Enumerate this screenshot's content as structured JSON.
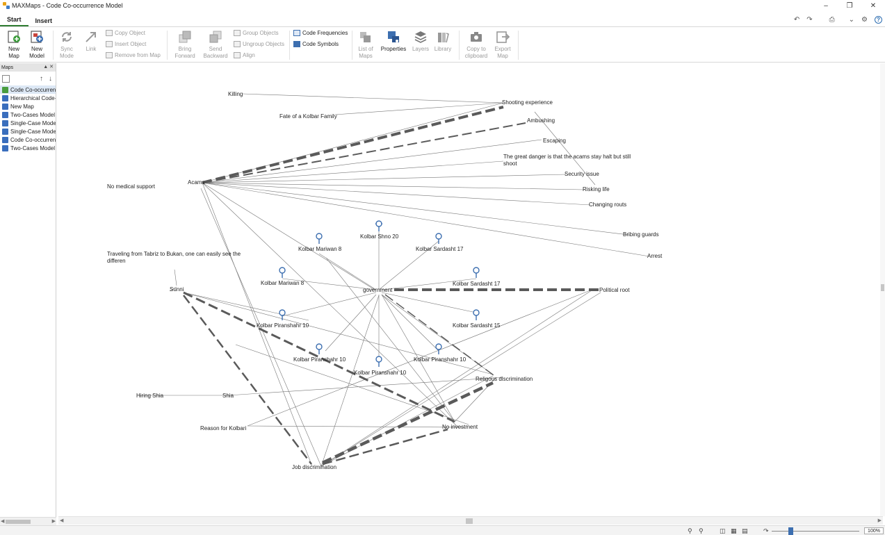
{
  "window": {
    "title": "MAXMaps - Code Co-occurrence Model"
  },
  "ribbon_tabs": [
    {
      "label": "Start",
      "active": true
    },
    {
      "label": "Insert",
      "active": false
    }
  ],
  "ribbon": {
    "new_map": "New Map",
    "new_model": "New Model",
    "sync_mode": "Sync Mode",
    "link": "Link",
    "copy_object": "Copy Object",
    "insert_object": "Insert Object",
    "remove_from_map": "Remove from Map",
    "bring_forward": "Bring Forward",
    "send_backward": "Send Backward",
    "group_objects": "Group Objects",
    "ungroup_objects": "Ungroup Objects",
    "align": "Align",
    "code_frequencies": "Code Frequencies",
    "code_symbols": "Code Symbols",
    "list_of_maps": "List of Maps",
    "properties": "Properties",
    "layers": "Layers",
    "library": "Library",
    "copy_to_clipboard": "Copy to clipboard",
    "export_map": "Export Map"
  },
  "left_panel": {
    "title": "Maps",
    "items": [
      {
        "label": "Code Co-occurrence Model",
        "selected": true,
        "icon": "model-icon"
      },
      {
        "label": "Hierarchical Code-Subcodes Model",
        "selected": false,
        "icon": "map-icon"
      },
      {
        "label": "New Map",
        "selected": false,
        "icon": "map-icon"
      },
      {
        "label": "Two-Cases Model",
        "selected": false,
        "icon": "map-icon"
      },
      {
        "label": "Single-Case Model",
        "selected": false,
        "icon": "map-icon"
      },
      {
        "label": "Single-Case Model",
        "selected": false,
        "icon": "map-icon"
      },
      {
        "label": "Code Co-occurrence Model",
        "selected": false,
        "icon": "map-icon"
      },
      {
        "label": "Two-Cases Model",
        "selected": false,
        "icon": "map-icon"
      }
    ]
  },
  "canvas": {
    "codes": {
      "killing": "Killing",
      "shooting_experience": "Shooting experience",
      "fate_family": "Fate of a Kolbar Family",
      "ambushing": "Ambushing",
      "escaping": "Escaping",
      "great_danger": "The great danger is that the acams stay halt but still shoot",
      "security_issue": "Security issue",
      "risking_life": "Risking life",
      "changing_routs": "Changing routs",
      "bribing_guards": "Bribing guards",
      "arrest": "Arrest",
      "acams": "Acams",
      "no_medical_support": "No medical support",
      "traveling": "Traveling from Tabriz to Bukan, one can easily see the differen",
      "sunni": "Sunni",
      "government": "government",
      "political_root": "Political root",
      "religious_discrimination": "Religous discrimination",
      "hiring_shia": "Hiring Shia",
      "shia": "Shia",
      "reason_for_kolbari": "Reason for Kolbari",
      "no_investment": "No investment",
      "job_discrimination": "Job discrimination"
    },
    "documents": {
      "shno_20": "Kolbar Shno 20",
      "mariwan_8a": "Kolbar Mariwan 8",
      "sardasht_17a": "Kolbar Sardasht 17",
      "mariwan_8b": "Kolbar Mariwan 8",
      "sardasht_17b": "Kolbar Sardasht 17",
      "piranshahr_10a": "Kolbar Piranshahr 10",
      "sardasht_15": "Kolbar Sardasht 15",
      "piranshahr_10b": "Kolbar Piranshahr 10",
      "piranshahr_10c": "Kolbar Piranshahr 10",
      "piranshahr_10d": "Kolbar Piranshahr 10"
    }
  },
  "status": {
    "zoom": "100%"
  }
}
